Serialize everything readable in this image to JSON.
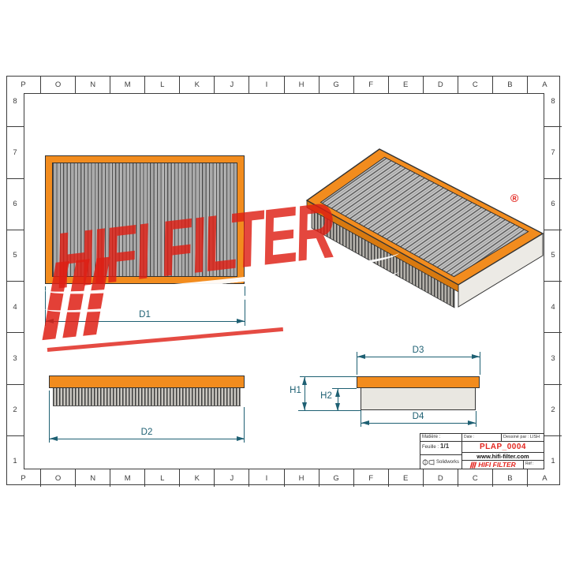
{
  "sheet": {
    "columns": [
      "P",
      "O",
      "N",
      "M",
      "L",
      "K",
      "J",
      "I",
      "H",
      "G",
      "F",
      "E",
      "D",
      "C",
      "B",
      "A"
    ],
    "rows": [
      "8",
      "7",
      "6",
      "5",
      "4",
      "3",
      "2",
      "1"
    ]
  },
  "dims": {
    "d1": "D1",
    "d2": "D2",
    "d3": "D3",
    "d4": "D4",
    "h1": "H1",
    "h2": "H2"
  },
  "watermark": {
    "text": "HIFI FILTER",
    "registered": "®"
  },
  "title_block": {
    "matiere_label": "Matière :",
    "date_label": "Date :",
    "dessine_label": "Dessiné par : LISH",
    "feuille_label": "Feuille :",
    "feuille_value": "1/1",
    "software": "Solidworks",
    "part_number": "PLAP_0004",
    "website": "www.hifi-filter.com",
    "brand": "HIFI FILTER",
    "ref_label": "Réf :"
  },
  "colors": {
    "frame_orange": "#f28c1e",
    "accent_red": "#e3261f",
    "dim_color": "#1e6073"
  }
}
